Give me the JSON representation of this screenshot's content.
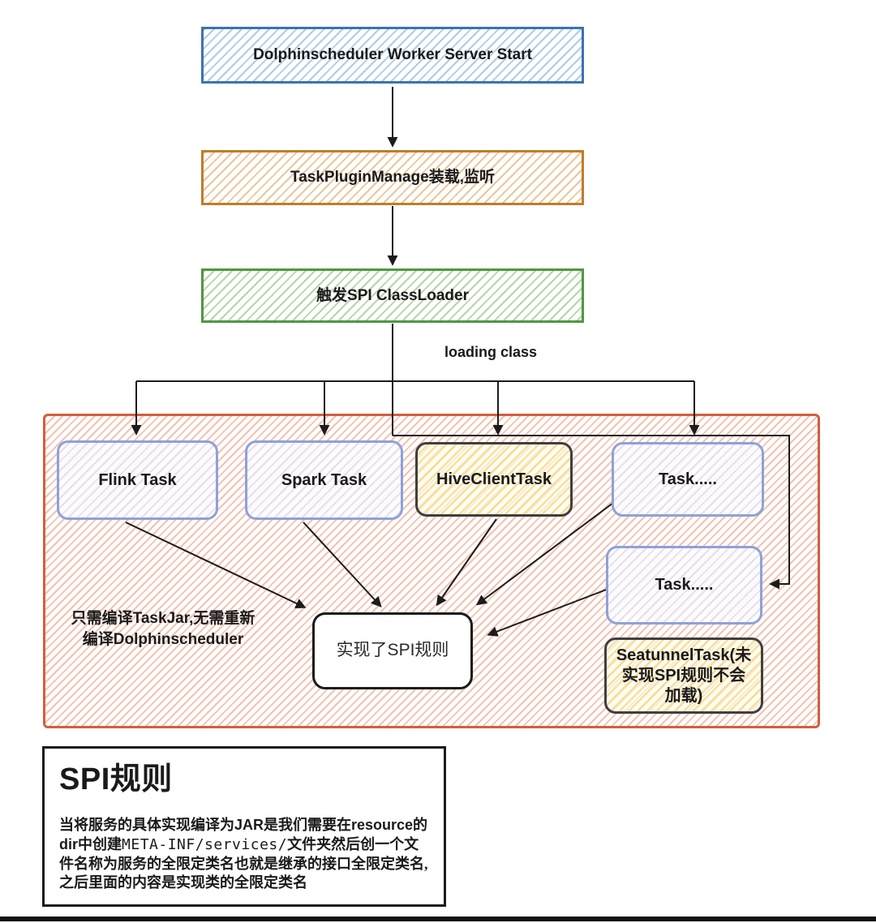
{
  "diagram": {
    "nodes": {
      "start": {
        "label": "Dolphinscheduler Worker Server Start"
      },
      "plugin_manage": {
        "label": "TaskPluginManage装载,监听"
      },
      "spi_classloader": {
        "label": "触发SPI ClassLoader"
      },
      "flink": {
        "label": "Flink Task"
      },
      "spark": {
        "label": "Spark Task"
      },
      "hive": {
        "label": "HiveClientTask"
      },
      "task_more_1": {
        "label": "Task....."
      },
      "task_more_2": {
        "label": "Task....."
      },
      "seatunnel": {
        "label": "SeatunnelTask(未实现SPI规则不会加载)"
      },
      "spi_impl": {
        "label": "实现了SPI规则"
      }
    },
    "edge_labels": {
      "loading_class": "loading class"
    },
    "annotations": {
      "compile_note_line1": "只需编译TaskJar,无需重新",
      "compile_note_line2": "编译Dolphinscheduler"
    },
    "colors": {
      "start_border": "#3b74b0",
      "plugin_border": "#bf7d2a",
      "classloader_border": "#4f9840",
      "container_border": "#d35f3e",
      "task_border": "#8da2d8",
      "yellow_task_border": "#3f3f3f",
      "line": "#1c1c1c"
    }
  },
  "spi_rule_panel": {
    "title": "SPI规则",
    "body": {
      "seg_sans": "当将服务的具体实现编译为JAR是我们需要在resource的dir中创建",
      "seg_mono": "META-INF/services/",
      "seg_serif": "文件夹然后创一个文件名称为服务的全限定类名也就是继承的接口全限定类名,之后里面的内容是实现类的全限定类名"
    }
  }
}
